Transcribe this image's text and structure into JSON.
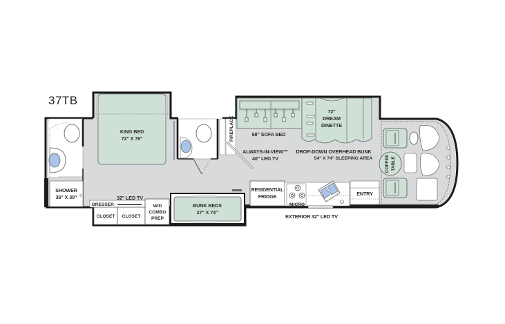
{
  "model_name": "37TB",
  "colors": {
    "floor": "#d9dadb",
    "furniture_green": "#cfe1d6",
    "wall": "#1b1b1b",
    "sink_blue": "#a9c3ea",
    "white": "#ffffff"
  },
  "labels": {
    "king_bed": "KING BED",
    "king_bed_size": "72\" X 76\"",
    "shower": "SHOWER",
    "shower_size": "36\" X 30\"",
    "led_tv_32": "32\" LED TV",
    "dresser": "DRESSER",
    "closet_1": "CLOSET",
    "closet_2": "CLOSET",
    "wd_1": "W/D",
    "wd_2": "COMBO",
    "wd_3": "PREP",
    "bunk_beds": "BUNK BEDS",
    "bunk_beds_size": "27\" X 74\"",
    "fireplace": "FIREPLACE",
    "sofa_bed": "68\" SOFA BED",
    "always_in_view_1": "ALWAYS-IN-VIEW™",
    "always_in_view_2": "40\" LED TV",
    "dinette_1": "72\"",
    "dinette_2": "DREAM",
    "dinette_3": "DINETTE",
    "overhead_bunk_1": "DROP-DOWN OVERHEAD BUNK",
    "overhead_bunk_2": "54\" X 74\" SLEEPING AREA",
    "fridge_1": "RESIDENTIAL",
    "fridge_2": "FRIDGE",
    "micro": "MICRO",
    "entry": "ENTRY",
    "exterior_tv": "EXTERIOR 32\" LED TV",
    "coffee_table_1": "COFFEE",
    "coffee_table_2": "TABLE"
  }
}
